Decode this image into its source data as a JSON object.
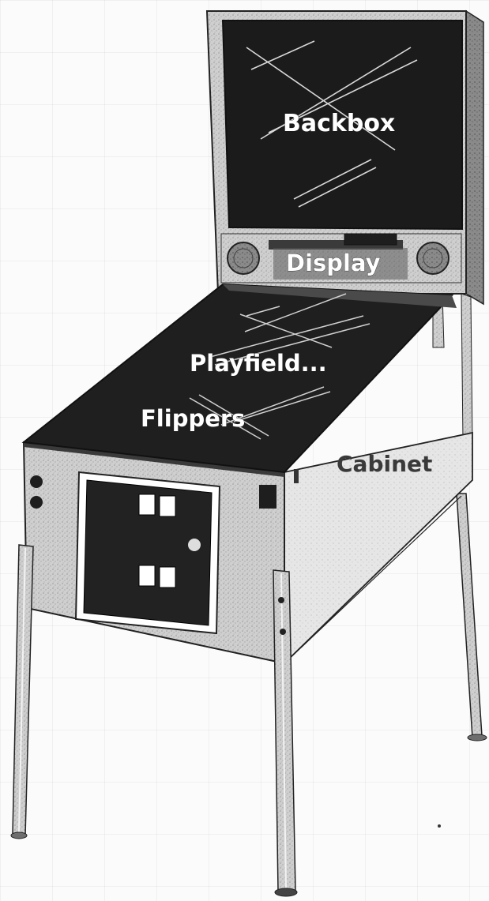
{
  "labels": {
    "backbox": "Backbox",
    "display": "Display",
    "playfield": "Playfield...",
    "flippers": "Flippers",
    "cabinet": "Cabinet"
  }
}
